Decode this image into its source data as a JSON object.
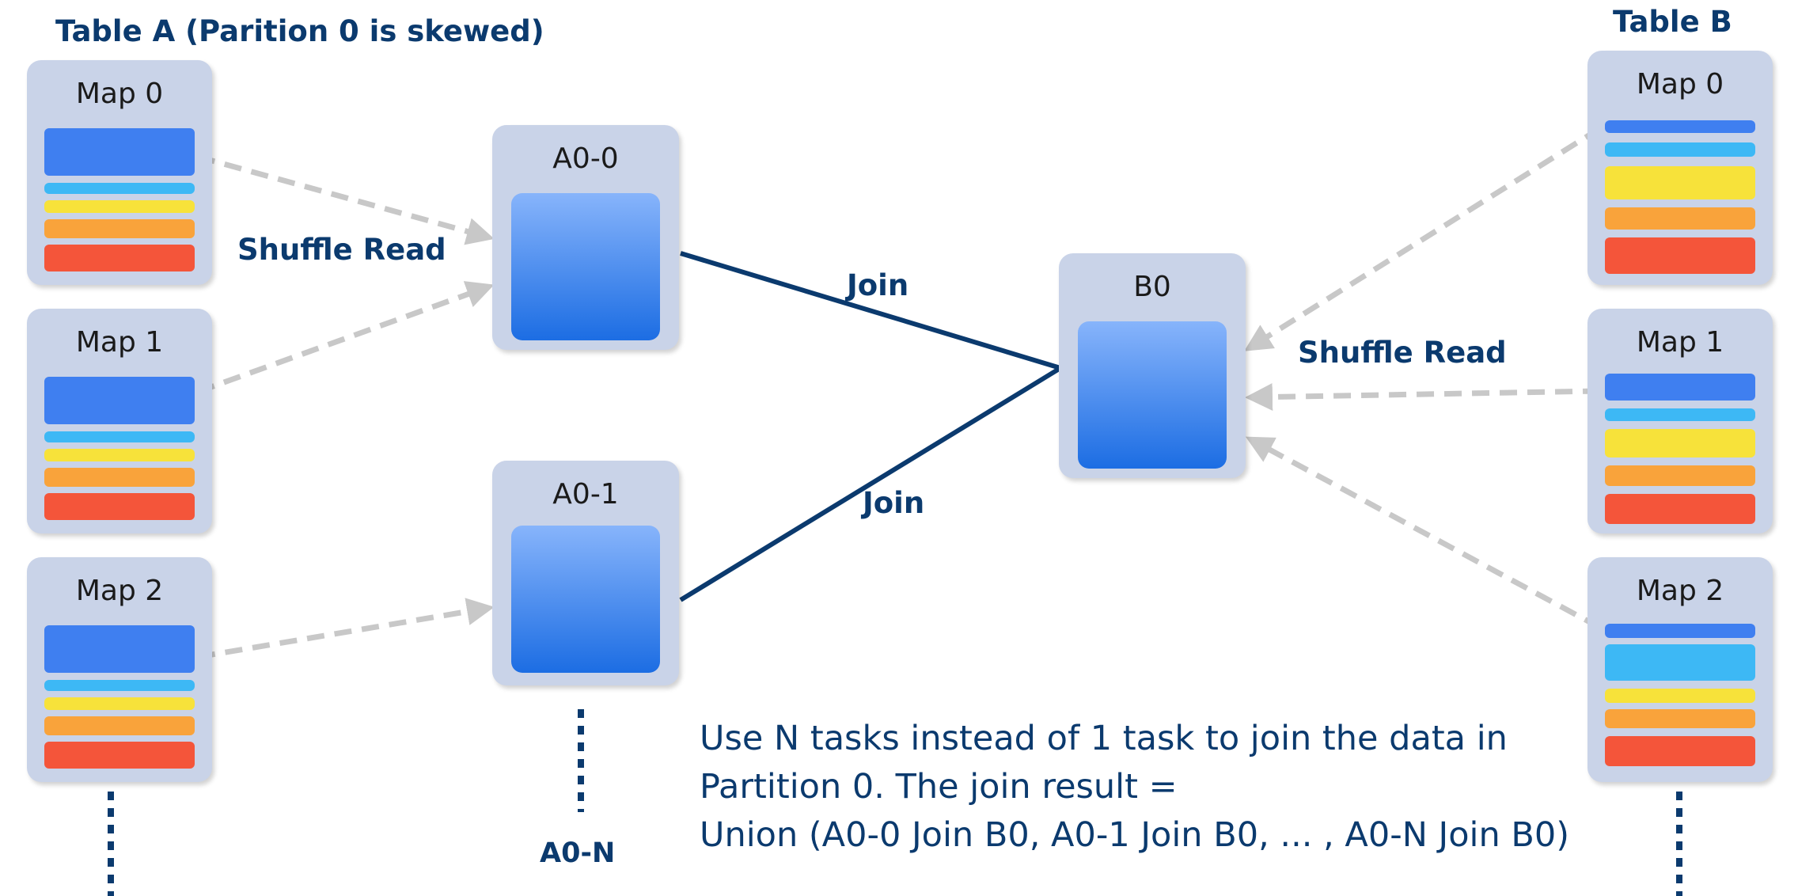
{
  "labels": {
    "table_a": "Table A (Parition 0 is skewed)",
    "table_b": "Table B",
    "shuffle_read_left": "Shuffle Read",
    "shuffle_read_right": "Shuffle Read",
    "join_top": "Join",
    "join_bottom": "Join",
    "a0_n": "A0-N"
  },
  "boxes": {
    "a_map0": "Map 0",
    "a_map1": "Map 1",
    "a_map2": "Map 2",
    "a00": "A0-0",
    "a01": "A0-1",
    "b0": "B0",
    "b_map0": "Map 0",
    "b_map1": "Map 1",
    "b_map2": "Map 2"
  },
  "note": {
    "line1": "Use N tasks instead of 1 task to join the data in",
    "line2": "Partition 0. The join result =",
    "line3": "Union (A0-0 Join B0, A0-1 Join B0, ... , A0-N Join B0)"
  },
  "colors": {
    "box_bg": "#c9d3e8",
    "text_navy": "#0b3a6e",
    "join_line": "#0b3a6e",
    "shuffle_arrow": "#c8c8c8",
    "stripe_blue": "#3f7ff0",
    "stripe_cyan": "#3db8f5",
    "stripe_yellow": "#f7e23a",
    "stripe_orange": "#f9a33b",
    "stripe_red": "#f4553a"
  }
}
